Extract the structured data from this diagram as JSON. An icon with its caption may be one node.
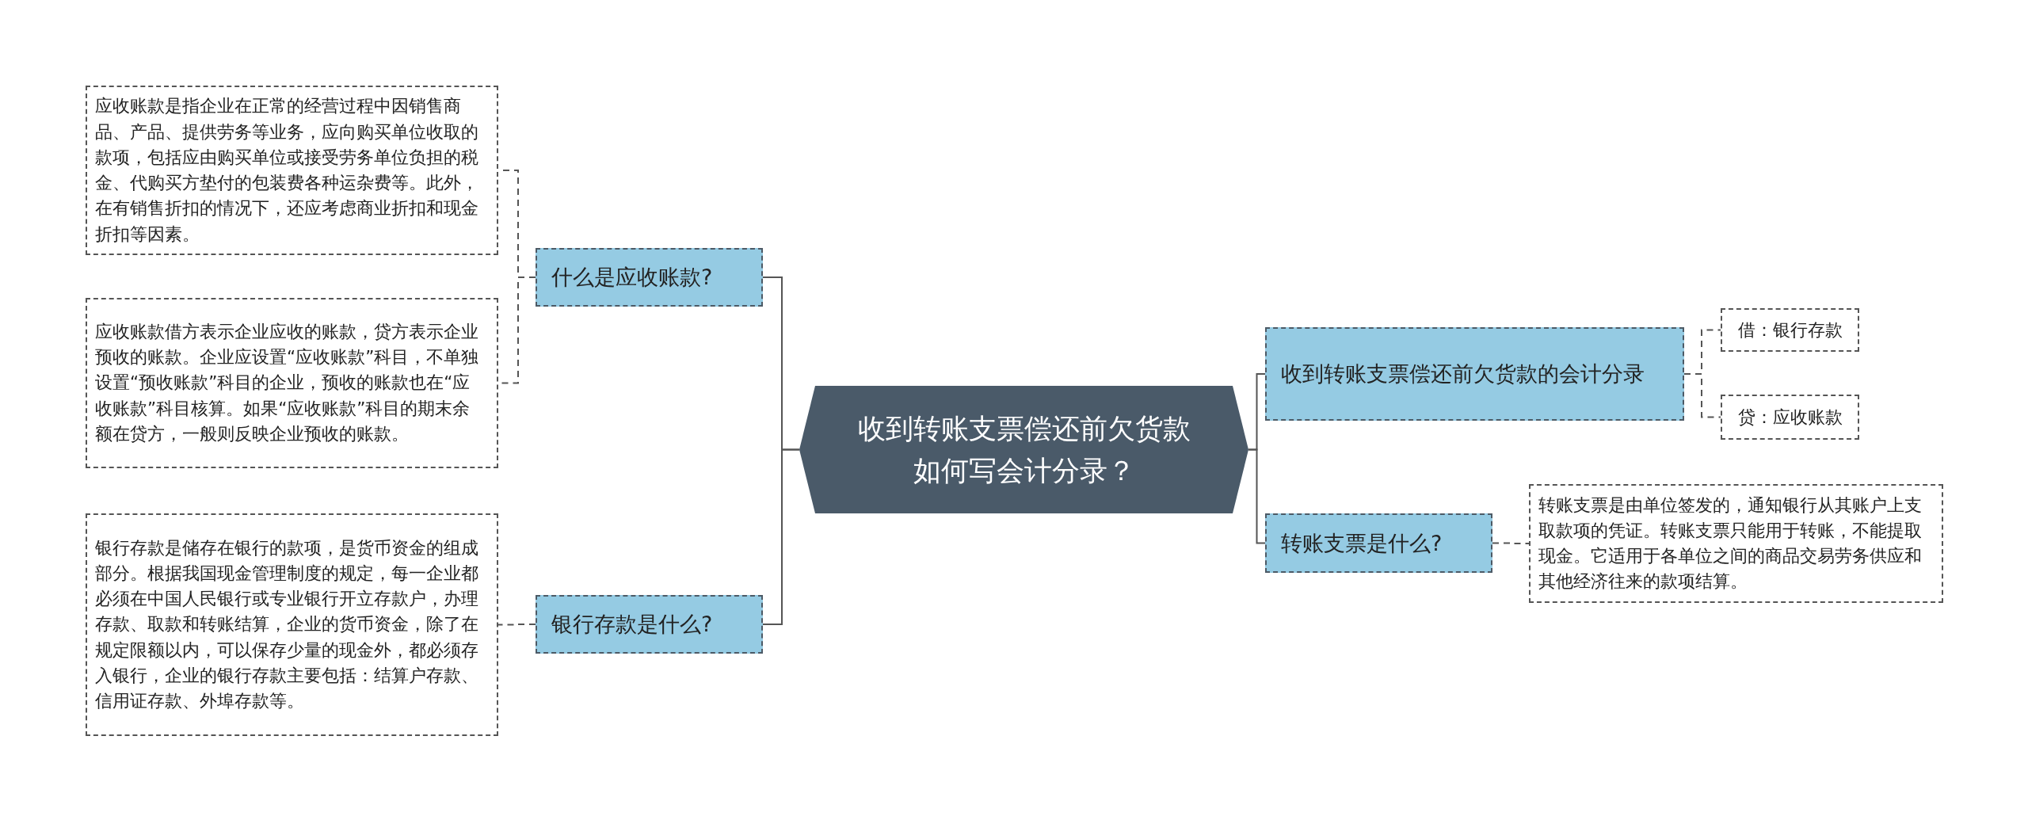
{
  "diagram": {
    "nodes": [
      {
        "text": [
          "收到转账支票偿还前欠货款如何写会计分录？"
        ]
      },
      {
        "text": [
          "什么是应收账款?"
        ]
      },
      {
        "text": [
          "应收账款是指企业在正常的经营过程中因销售商品、产品、提供劳务等业务，应向购买单位收取的款项，包括应由购买单位或接受劳务单位负担的税金、代购买方垫付的包装费各种运杂费等。此外，在有销售折扣的情况下，还应考虑商业折扣和现金折扣等因素。"
        ]
      },
      {
        "text": [
          "应收账款借方表示企业应收的账款，贷方表示企业预收的账款。企业应设置“应收账款”科目，不单独设置“预收账款”科目的企业，预收的账款也在“应收账款”科目核算。如果“应收账款”科目的期末余额在贷方，一般则反映企业预收的账款。"
        ]
      },
      {
        "text": [
          "银行存款是什么?"
        ]
      },
      {
        "text": [
          "银行存款是储存在银行的款项，是货币资金的组成部分。根据我国现金管理制度的规定，每一企业都必须在中国人民银行或专业银行开立存款户，办理存款、取款和转账结算，企业的货币资金，除了在规定限额以内，可以保存少量的现金外，都必须存入银行，企业的银行存款主要包括：结算户存款、信用证存款、外埠存款等。"
        ]
      },
      {
        "text": [
          "收到转账支票偿还前欠货款的会计分录"
        ]
      },
      {
        "text": [
          "借：银行存款"
        ]
      },
      {
        "text": [
          "贷：应收账款"
        ]
      },
      {
        "text": [
          "转账支票是什么?"
        ]
      },
      {
        "text": [
          "转账支票是由单位签发的，通知银行从其账户上支取款项的凭证。转账支票只能用于转账，不能提取现金。它适用于各单位之间的商品交易劳务供应和其他经济往来的款项结算。"
        ]
      }
    ],
    "edges": [
      {
        "from": 0,
        "to": 1,
        "arrow": "none"
      },
      {
        "from": 1,
        "to": 2,
        "arrow": "none",
        "style": "dashed"
      },
      {
        "from": 1,
        "to": 3,
        "arrow": "none",
        "style": "dashed"
      },
      {
        "from": 0,
        "to": 4,
        "arrow": "none"
      },
      {
        "from": 4,
        "to": 5,
        "arrow": "none",
        "style": "dashed"
      },
      {
        "from": 0,
        "to": 6,
        "arrow": "none"
      },
      {
        "from": 6,
        "to": 7,
        "arrow": "none",
        "style": "dashed"
      },
      {
        "from": 6,
        "to": 8,
        "arrow": "none",
        "style": "dashed"
      },
      {
        "from": 0,
        "to": 9,
        "arrow": "none"
      },
      {
        "from": 9,
        "to": 10,
        "arrow": "none",
        "style": "dashed"
      }
    ]
  }
}
